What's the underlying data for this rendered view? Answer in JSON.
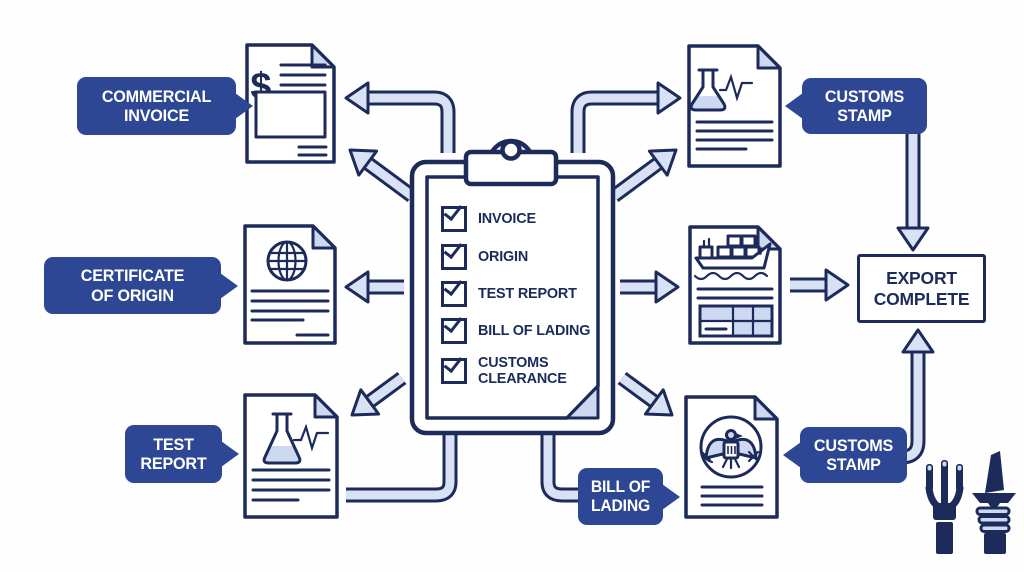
{
  "labels": {
    "commercial_invoice": "COMMERCIAL INVOICE",
    "certificate_of_origin": "CERTIFICATE OF ORIGIN",
    "test_report": "TEST REPORT",
    "customs_stamp_top": "CUSTOMS STAMP",
    "customs_stamp_bottom": "CUSTOMS STAMP",
    "bill_of_lading": "BILL OF LADING",
    "export_complete": "EXPORT COMPLETE"
  },
  "checklist": {
    "items": [
      "INVOICE",
      "ORIGIN",
      "TEST REPORT",
      "BILL OF LADING",
      "CUSTOMS CLEARANCE"
    ]
  },
  "glyphs": {
    "dollar": "$"
  },
  "icons": {
    "documents": [
      "dollar-invoice-document",
      "globe-certificate-document",
      "flask-test-document",
      "ship-lading-document",
      "eagle-seal-document",
      "flask-report-document"
    ],
    "center": "clipboard-checklist",
    "corner_logo": [
      "cable-wires-icon",
      "cable-termination-icon"
    ]
  },
  "colors": {
    "label_bg": "#2d4795",
    "outline": "#1c2b5a",
    "arrow": "#d9e1f4",
    "fold": "#cdd9f1"
  }
}
